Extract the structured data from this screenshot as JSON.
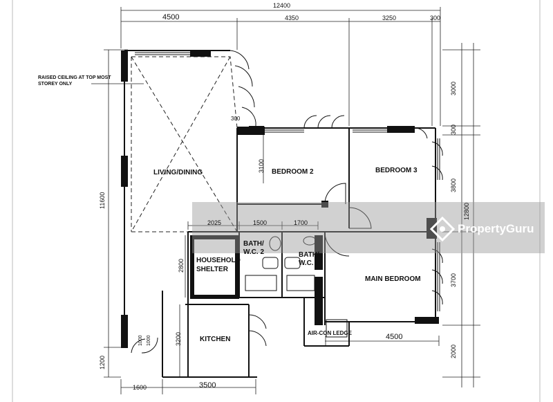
{
  "rooms": {
    "living_dining": "LIVING/DINING",
    "bedroom2": "BEDROOM 2",
    "bedroom3": "BEDROOM 3",
    "main_bedroom": "MAIN BEDROOM",
    "bath2_l1": "BATH/",
    "bath2_l2": "W.C. 2",
    "bath1_l1": "BATH/",
    "bath1_l2": "W.C.",
    "shelter_l1": "HOUSEHOLD",
    "shelter_l2": "SHELTER",
    "kitchen": "KITCHEN",
    "aircon": "AIR-CON LEDGE"
  },
  "note": "RAISED CEILING AT TOP MOST STOREY ONLY",
  "dimensions": {
    "total_width": "12400",
    "w_4500_top": "4500",
    "w_4350": "4350",
    "w_3250": "3250",
    "w_300_top": "300",
    "h_3000": "3000",
    "h_300_right": "300",
    "h_3800": "3800",
    "h_12800": "12800",
    "h_3700": "3700",
    "h_2000": "2000",
    "h_11600": "11600",
    "h_1200": "1200",
    "w_1600": "1600",
    "w_3500": "3500",
    "h_3100": "3100",
    "w_2025": "2025",
    "w_1500": "1500",
    "w_1700": "1700",
    "h_2800": "2800",
    "h_3200": "3200",
    "w_4500_bottom": "4500",
    "w_300_corner": "300",
    "w_1000": "1000",
    "w_1000b": "1000"
  },
  "watermark": {
    "text": "PropertyGuru",
    "color": "#9a9a9a"
  }
}
